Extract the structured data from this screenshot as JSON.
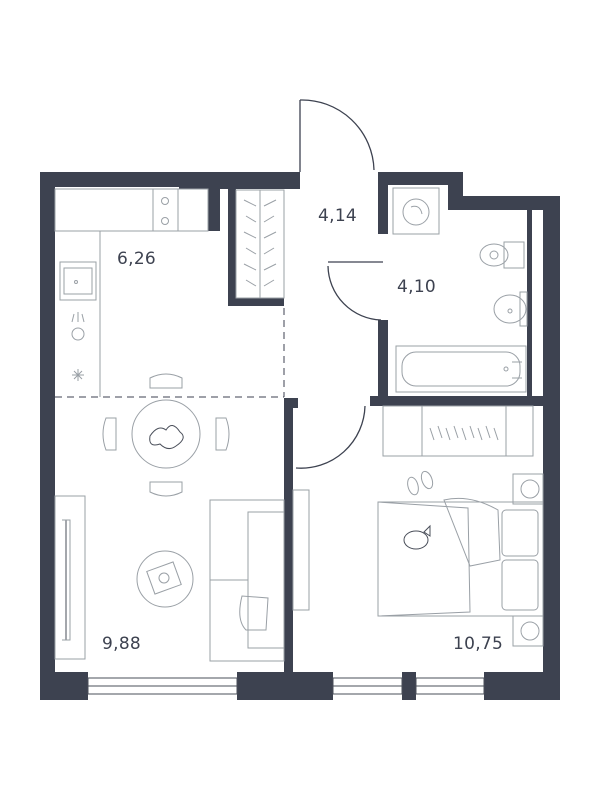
{
  "plan": {
    "wall_color": "#3d4250",
    "rooms": [
      {
        "id": "kitchen",
        "area": "6,26"
      },
      {
        "id": "hall",
        "area": "4,14"
      },
      {
        "id": "bathroom",
        "area": "4,10"
      },
      {
        "id": "living",
        "area": "9,88"
      },
      {
        "id": "bedroom",
        "area": "10,75"
      }
    ],
    "icons": [
      "washing-machine-icon",
      "toilet-icon",
      "sink-icon",
      "bathtub-icon",
      "dining-table-icon",
      "sofa-icon",
      "bed-icon",
      "wardrobe-icon",
      "stove-icon",
      "fan-icon",
      "slippers-icon",
      "cat-icon"
    ]
  }
}
